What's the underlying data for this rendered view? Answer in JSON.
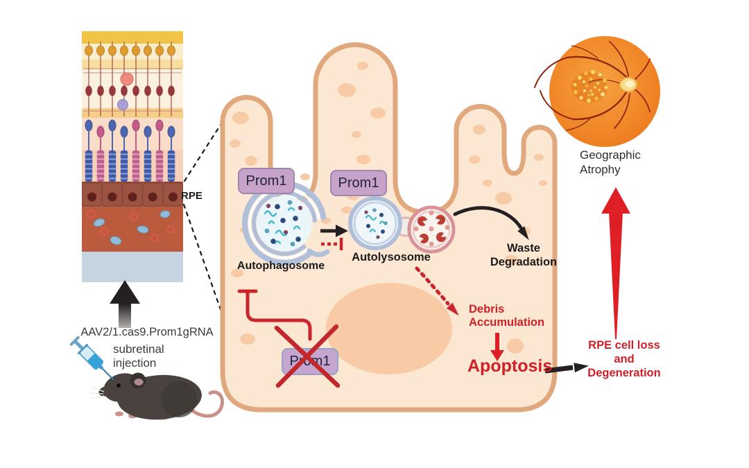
{
  "labels": {
    "injection_line1": "AAV2/1.cas9.Prom1gRNA",
    "injection_line23": "subretinal\ninjection",
    "rpe": "RPE",
    "prom1_a": "Prom1",
    "prom1_b": "Prom1",
    "prom1_crossed": "Prom1",
    "autophagosome": "Autophagosome",
    "autolysosome": "Autolysosome",
    "waste": "Waste\nDegradation",
    "debris": "Debris\nAccumulation",
    "apoptosis": "Apoptosis",
    "rpe_loss": "RPE cell loss\nand\nDegeneration",
    "geographic_atrophy": "Geographic\nAtrophy"
  },
  "colors": {
    "background": "#ffffff",
    "cell_fill": "#FCE7D2",
    "cell_membrane": "#E0A87C",
    "cell_spot": "#F7CBA6",
    "nucleus": "#F8CBA6",
    "prom1_badge_fill": "#C7A3C9",
    "prom1_badge_border": "#9D87AE",
    "accent_red": "#D01F26",
    "knockout_x_red": "#C1272D",
    "arrow_black": "#242021",
    "autophagosome_membrane": "#B0BFDA",
    "autophagosome_lumen": "#EBF6FA",
    "lysosome_pink": "#DB9297",
    "fundus_orange": "#EF7E20",
    "ga_lesion_yellow": "#F7D456",
    "retina_choroid": "#B95B3C",
    "retina_rpe_brown": "#9C5342",
    "retina_sclera": "#C5D4E0"
  },
  "icons": [
    "retina-cross-section",
    "syringe-icon",
    "mouse-icon",
    "rpe-cell-outline",
    "autophagosome-icon",
    "autolysosome-icon",
    "nucleus",
    "fundus-image",
    "red-up-arrow",
    "injection-up-arrow",
    "knockout-x-icon"
  ]
}
